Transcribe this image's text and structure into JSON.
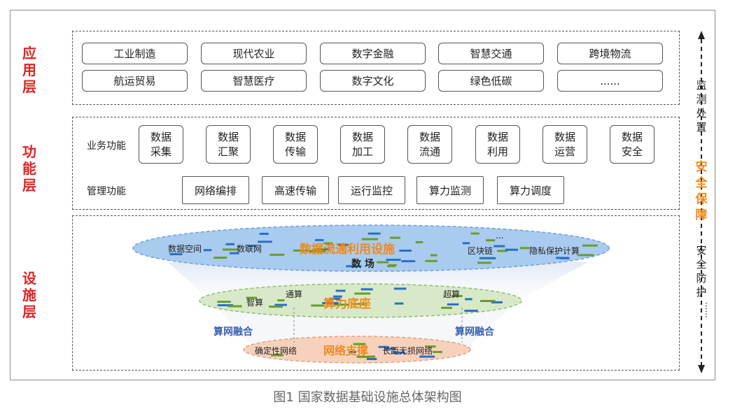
{
  "layers": {
    "application": "应用层",
    "function": "功能层",
    "facility": "设施层"
  },
  "application_items": [
    "工业制造",
    "现代农业",
    "数字金融",
    "智慧交通",
    "跨境物流",
    "航运贸易",
    "智慧医疗",
    "数字文化",
    "绿色低碳",
    "......"
  ],
  "business": {
    "label": "业务功能",
    "items": [
      [
        "数据",
        "采集"
      ],
      [
        "数据",
        "汇聚"
      ],
      [
        "数据",
        "传输"
      ],
      [
        "数据",
        "加工"
      ],
      [
        "数据",
        "流通"
      ],
      [
        "数据",
        "利用"
      ],
      [
        "数据",
        "运营"
      ],
      [
        "数据",
        "安全"
      ]
    ]
  },
  "management": {
    "label": "管理功能",
    "items": [
      "网络编排",
      "高速传输",
      "运行监控",
      "算力监测",
      "算力调度"
    ]
  },
  "facility": {
    "top": {
      "title": "数据流通利用设施",
      "subtitle": "数 场",
      "labels": [
        "数据空间",
        "数联网",
        "区块链",
        "隐私保护计算",
        "..."
      ]
    },
    "middle": {
      "title": "算力底座",
      "labels": [
        "智算",
        "通算",
        "超算"
      ]
    },
    "bottom": {
      "title": "网络支撑",
      "labels": [
        "确定性网络",
        "长距无损网络"
      ]
    },
    "fusion_left": "算网融合",
    "fusion_right": "算网融合"
  },
  "right": {
    "monitor": [
      "监",
      "测",
      "处",
      "置"
    ],
    "security": [
      "安",
      "全",
      "保",
      "障"
    ],
    "protect": [
      "安",
      "全",
      "防",
      "护"
    ],
    "dots": "......"
  },
  "caption": "图1 国家数据基础设施总体架构图",
  "colors": {
    "layer_label": "#e02222",
    "accent_orange": "#f08a19",
    "fusion_blue": "#3a5fb0",
    "ellipse_top": "#a9cbef",
    "ellipse_mid": "#d8e9c9",
    "ellipse_bottom": "#f6d2bd"
  }
}
